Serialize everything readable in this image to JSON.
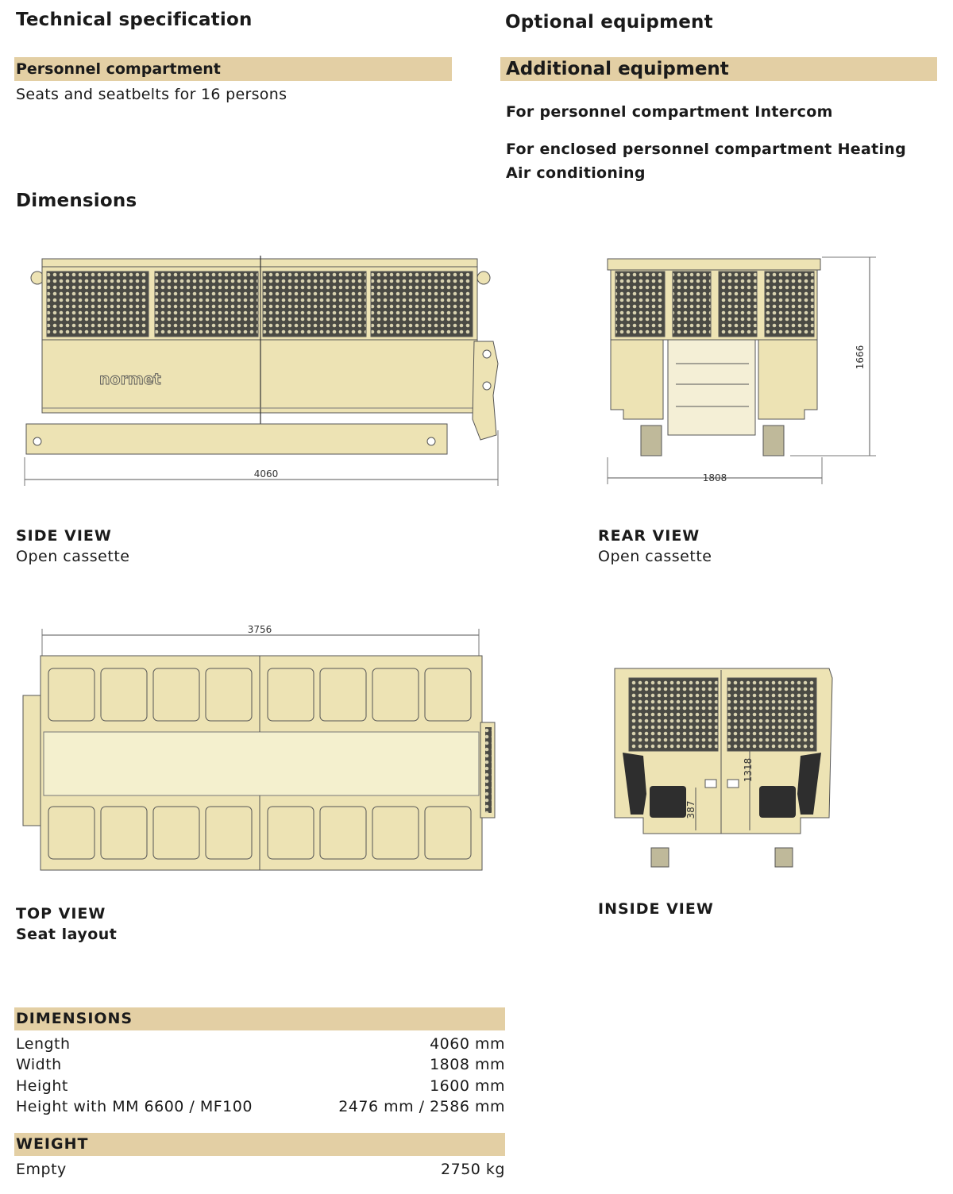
{
  "tech_spec": {
    "heading": "Technical specification",
    "personnel_band": "Personnel compartment",
    "personnel_text": "Seats and seatbelts for 16 persons",
    "dimensions_heading": "Dimensions"
  },
  "optional": {
    "heading": "Optional equipment",
    "band": "Additional equipment",
    "line1": "For personnel compartment Intercom",
    "line2": "For enclosed personnel compartment Heating",
    "line3": "Air conditioning"
  },
  "views": {
    "side": {
      "label": "SIDE VIEW",
      "sub": "Open cassette",
      "dim": "4060",
      "logo": "normet"
    },
    "rear": {
      "label": "REAR VIEW",
      "sub": "Open cassette",
      "dim_w": "1808",
      "dim_h": "1666"
    },
    "top": {
      "label": "TOP VIEW",
      "sub": "Seat layout",
      "dim": "3756"
    },
    "inside": {
      "label": "INSIDE VIEW",
      "dim_a": "1318",
      "dim_b": "387"
    }
  },
  "dimensions_table": {
    "heading": "DIMENSIONS",
    "rows": [
      {
        "label": "Length",
        "value": "4060 mm"
      },
      {
        "label": "Width",
        "value": "1808 mm"
      },
      {
        "label": "Height",
        "value": "1600 mm"
      },
      {
        "label": "Height with MM 6600 / MF100",
        "value": "2476 mm / 2586 mm"
      }
    ]
  },
  "weight_table": {
    "heading": "WEIGHT",
    "rows": [
      {
        "label": "Empty",
        "value": "2750 kg"
      }
    ]
  },
  "colors": {
    "band": "#e3cfa4",
    "body": "#ede3b4",
    "mesh": "#3a3a3a",
    "logo_red": "#c0392b"
  }
}
